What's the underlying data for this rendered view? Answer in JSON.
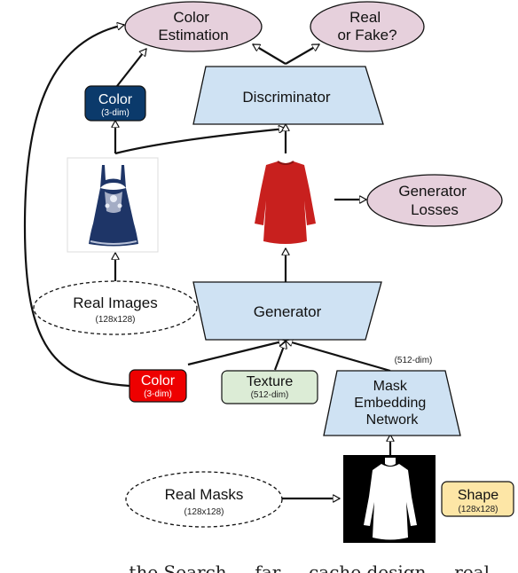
{
  "nodes": {
    "color_estimation": "Color\nEstimation",
    "real_or_fake": "Real\nor Fake?",
    "discriminator": "Discriminator",
    "color_top": {
      "label": "Color",
      "sub": "(3-dim)"
    },
    "generator_losses": "Generator\nLosses",
    "real_images": {
      "label": "Real Images",
      "sub": "(128x128)"
    },
    "generator": "Generator",
    "color_bottom": {
      "label": "Color",
      "sub": "(3-dim)"
    },
    "texture": {
      "label": "Texture",
      "sub": "(512-dim)"
    },
    "mask_embedding_dim": "(512-dim)",
    "mask_embedding": "Mask\nEmbedding\nNetwork",
    "real_masks": {
      "label": "Real Masks",
      "sub": "(128x128)"
    },
    "shape": {
      "label": "Shape",
      "sub": "(128x128)"
    }
  },
  "caption_fragment": "... the Search ... far ... cache design ... real ...",
  "colors": {
    "ellipse_fill": "#e6d0dc",
    "trapezoid_fill": "#cfe2f3",
    "color_top_fill": "#0b3a6b",
    "color_bottom_fill": "#ee0000",
    "texture_fill": "#dcecd6",
    "shape_fill": "#fde6a6",
    "dress_blue": "#1e3567",
    "dress_red": "#c8201e",
    "stroke": "#111111"
  }
}
